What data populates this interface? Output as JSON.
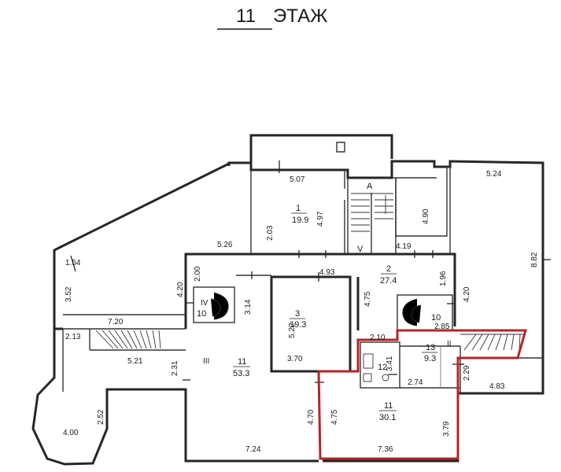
{
  "title": {
    "number": "11",
    "word": "ЭТАЖ"
  },
  "rooms": [
    {
      "id": "1",
      "area": "19.9"
    },
    {
      "id": "2",
      "area": "27.4"
    },
    {
      "id": "3",
      "area": "19.3"
    },
    {
      "id": "11",
      "area": "53.3"
    },
    {
      "id": "11",
      "area": "30.1"
    },
    {
      "id": "13",
      "area": "9.3"
    },
    {
      "id": "12",
      "area": ""
    }
  ],
  "markers": [
    "A",
    "V",
    "III",
    "IV",
    "II",
    "10",
    "10"
  ],
  "dimensions": [
    "5.07",
    "4.97",
    "2.03",
    "5.26",
    "1.54",
    "3.52",
    "4.20",
    "2.00",
    "7.20",
    "3.14",
    "4.93",
    "5.22",
    "4.75",
    "3.70",
    "4.90",
    "4.19",
    "1.96",
    "4.20",
    "5.24",
    "8.82",
    "2.85",
    "2.10",
    "3.41",
    "2.74",
    "2.29",
    "4.83",
    "2.13",
    "5.21",
    "2.31",
    "2.52",
    "4.00",
    "7.24",
    "4.70",
    "4.75",
    "3.79",
    "7.36"
  ],
  "highlight": {
    "color": "#b3262a"
  }
}
